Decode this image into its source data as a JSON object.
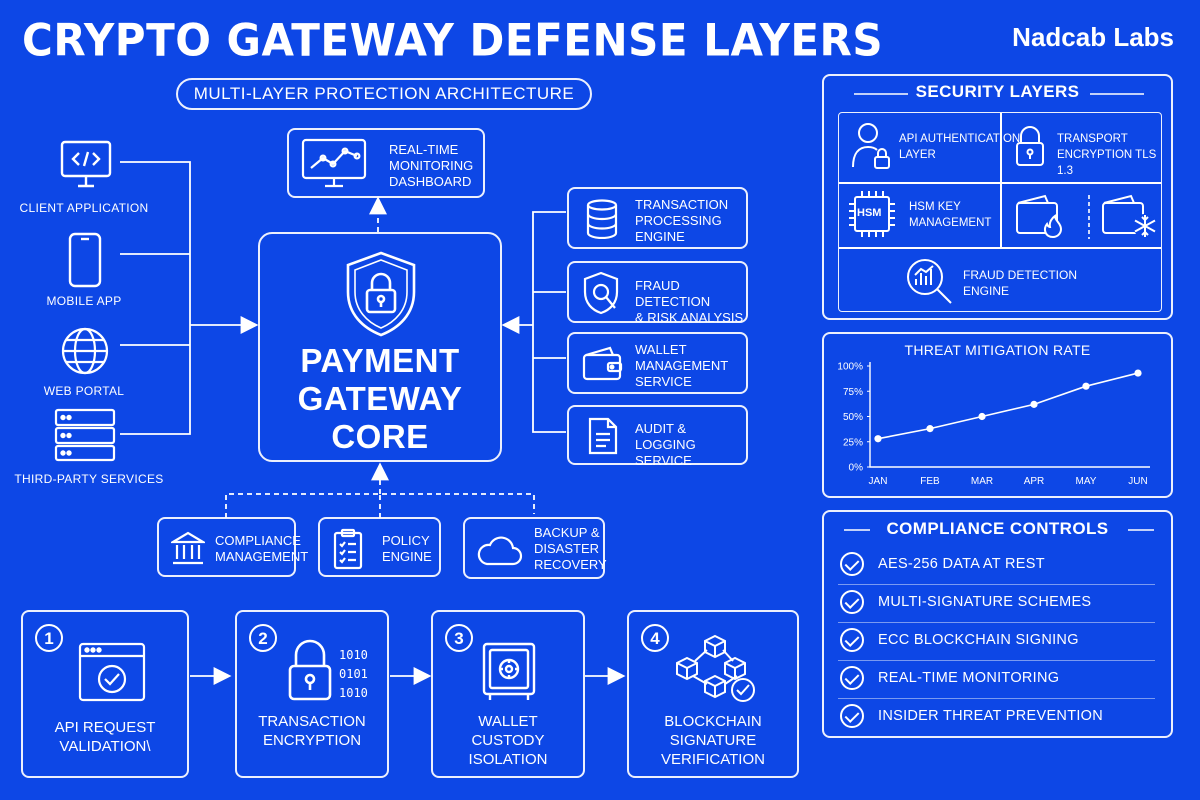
{
  "header": {
    "title": "CRYPTO GATEWAY DEFENSE LAYERS",
    "brand": "Nadcab Labs",
    "subtitle": "MULTI-LAYER PROTECTION ARCHITECTURE"
  },
  "clients": [
    {
      "label": "CLIENT APPLICATION",
      "icon": "code-monitor-icon"
    },
    {
      "label": "MOBILE APP",
      "icon": "smartphone-icon"
    },
    {
      "label": "WEB PORTAL",
      "icon": "globe-icon"
    },
    {
      "label": "THIRD-PARTY SERVICES",
      "icon": "server-icon"
    }
  ],
  "monitoring": {
    "label": "REAL-TIME\nMONITORING\nDASHBOARD",
    "icon": "line-chart-monitor-icon"
  },
  "core": {
    "line1": "PAYMENT",
    "line2": "GATEWAY",
    "line3": "CORE",
    "icon": "shield-lock-icon"
  },
  "services": [
    {
      "label": "TRANSACTION\nPROCESSING\nENGINE",
      "icon": "database-icon"
    },
    {
      "label": "FRAUD DETECTION\n& RISK ANALYSIS",
      "icon": "shield-search-icon"
    },
    {
      "label": "WALLET\nMANAGEMENT\nSERVICE",
      "icon": "wallet-icon"
    },
    {
      "label": "AUDIT & LOGGING\nSERVICE",
      "icon": "document-icon"
    }
  ],
  "support": [
    {
      "label": "COMPLIANCE\nMANAGEMENT",
      "icon": "bank-icon"
    },
    {
      "label": "POLICY\nENGINE",
      "icon": "clipboard-icon"
    },
    {
      "label": "BACKUP &\nDISASTER\nRECOVERY",
      "icon": "cloud-icon"
    }
  ],
  "steps": [
    {
      "num": "1",
      "label": "API REQUEST\nVALIDATION\\",
      "icon": "browser-check-icon"
    },
    {
      "num": "2",
      "label": "TRANSACTION\nENCRYPTION",
      "icon": "padlock-icon",
      "binary": "1010\n0101\n1010"
    },
    {
      "num": "3",
      "label": "WALLET\nCUSTODY\nISOLATION",
      "icon": "vault-icon"
    },
    {
      "num": "4",
      "label": "BLOCKCHAIN\nSIGNATURE\nVERIFICATION",
      "icon": "blockchain-cubes-icon"
    }
  ],
  "security_layers": {
    "title": "SECURITY LAYERS",
    "items": [
      {
        "label": "API AUTHENTICATION\nLAYER",
        "icon": "user-lock-icon"
      },
      {
        "label": "TRANSPORT\nENCRYPTION TLS 1.3",
        "icon": "padlock-icon"
      },
      {
        "label": "HSM KEY\nMANAGEMENT",
        "icon": "hsm-chip-icon",
        "chip_text": "HSM"
      },
      {
        "label": "",
        "icon": "hot-wallet-icon"
      },
      {
        "label": "",
        "icon": "cold-wallet-icon"
      },
      {
        "label": "FRAUD DETECTION\nENGINE",
        "icon": "chart-magnifier-icon"
      }
    ]
  },
  "chart_data": {
    "type": "line",
    "title": "THREAT MITIGATION RATE",
    "categories": [
      "JAN",
      "FEB",
      "MAR",
      "APR",
      "MAY",
      "JUN"
    ],
    "series": [
      {
        "values": [
          28,
          38,
          50,
          62,
          80,
          93
        ]
      }
    ],
    "ylim": [
      0,
      100
    ],
    "yticks": [
      "0%",
      "25%",
      "50%",
      "75%",
      "100%"
    ],
    "grid": false
  },
  "compliance": {
    "title": "COMPLIANCE CONTROLS",
    "items": [
      "AES-256 DATA AT REST",
      "MULTI-SIGNATURE SCHEMES",
      "ECC BLOCKCHAIN SIGNING",
      "REAL-TIME MONITORING",
      "INSIDER THREAT PREVENTION"
    ]
  },
  "colors": {
    "background": "#0d47e6",
    "foreground": "#ffffff"
  }
}
